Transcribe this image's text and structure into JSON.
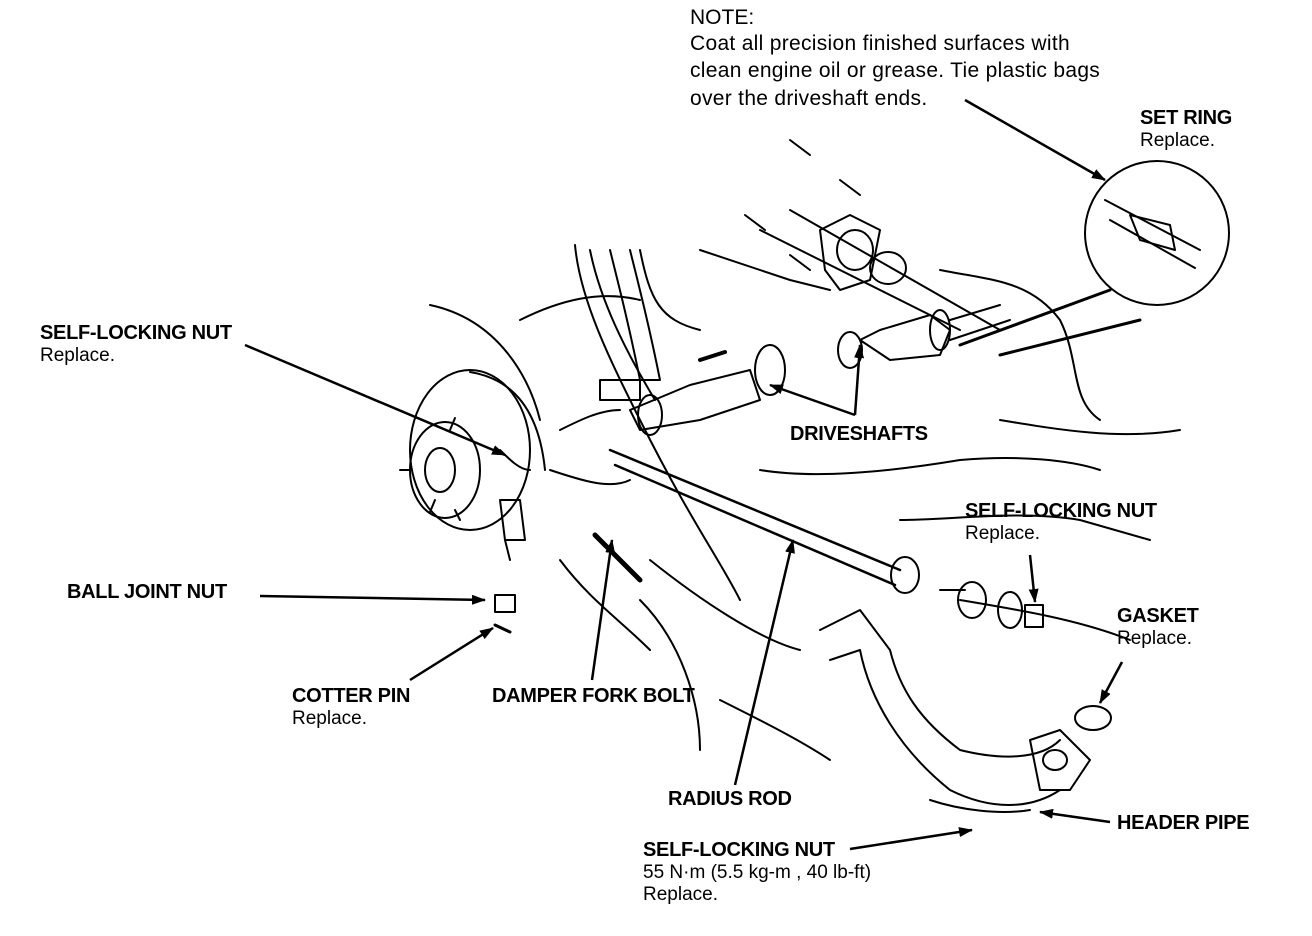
{
  "note": {
    "title": "NOTE:",
    "lines": [
      "Coat all precision finished surfaces with",
      "clean engine oil or grease. Tie plastic bags",
      "over the driveshaft ends."
    ]
  },
  "labels": {
    "set_ring": {
      "title": "SET RING",
      "sub": "Replace."
    },
    "self_locking_nut_left": {
      "title": "SELF-LOCKING NUT",
      "sub": "Replace."
    },
    "driveshafts": {
      "title": "DRIVESHAFTS"
    },
    "self_locking_nut_right": {
      "title": "SELF-LOCKING NUT",
      "sub": "Replace."
    },
    "ball_joint_nut": {
      "title": "BALL JOINT NUT"
    },
    "gasket": {
      "title": "GASKET",
      "sub": "Replace."
    },
    "cotter_pin": {
      "title": "COTTER PIN",
      "sub": "Replace."
    },
    "damper_fork_bolt": {
      "title": "DAMPER FORK BOLT"
    },
    "radius_rod": {
      "title": "RADIUS ROD"
    },
    "header_pipe": {
      "title": "HEADER PIPE"
    },
    "self_locking_nut_bottom": {
      "title": "SELF-LOCKING NUT",
      "torque": "55 N·m (5.5 kg-m , 40 lb-ft)",
      "sub": "Replace."
    }
  }
}
